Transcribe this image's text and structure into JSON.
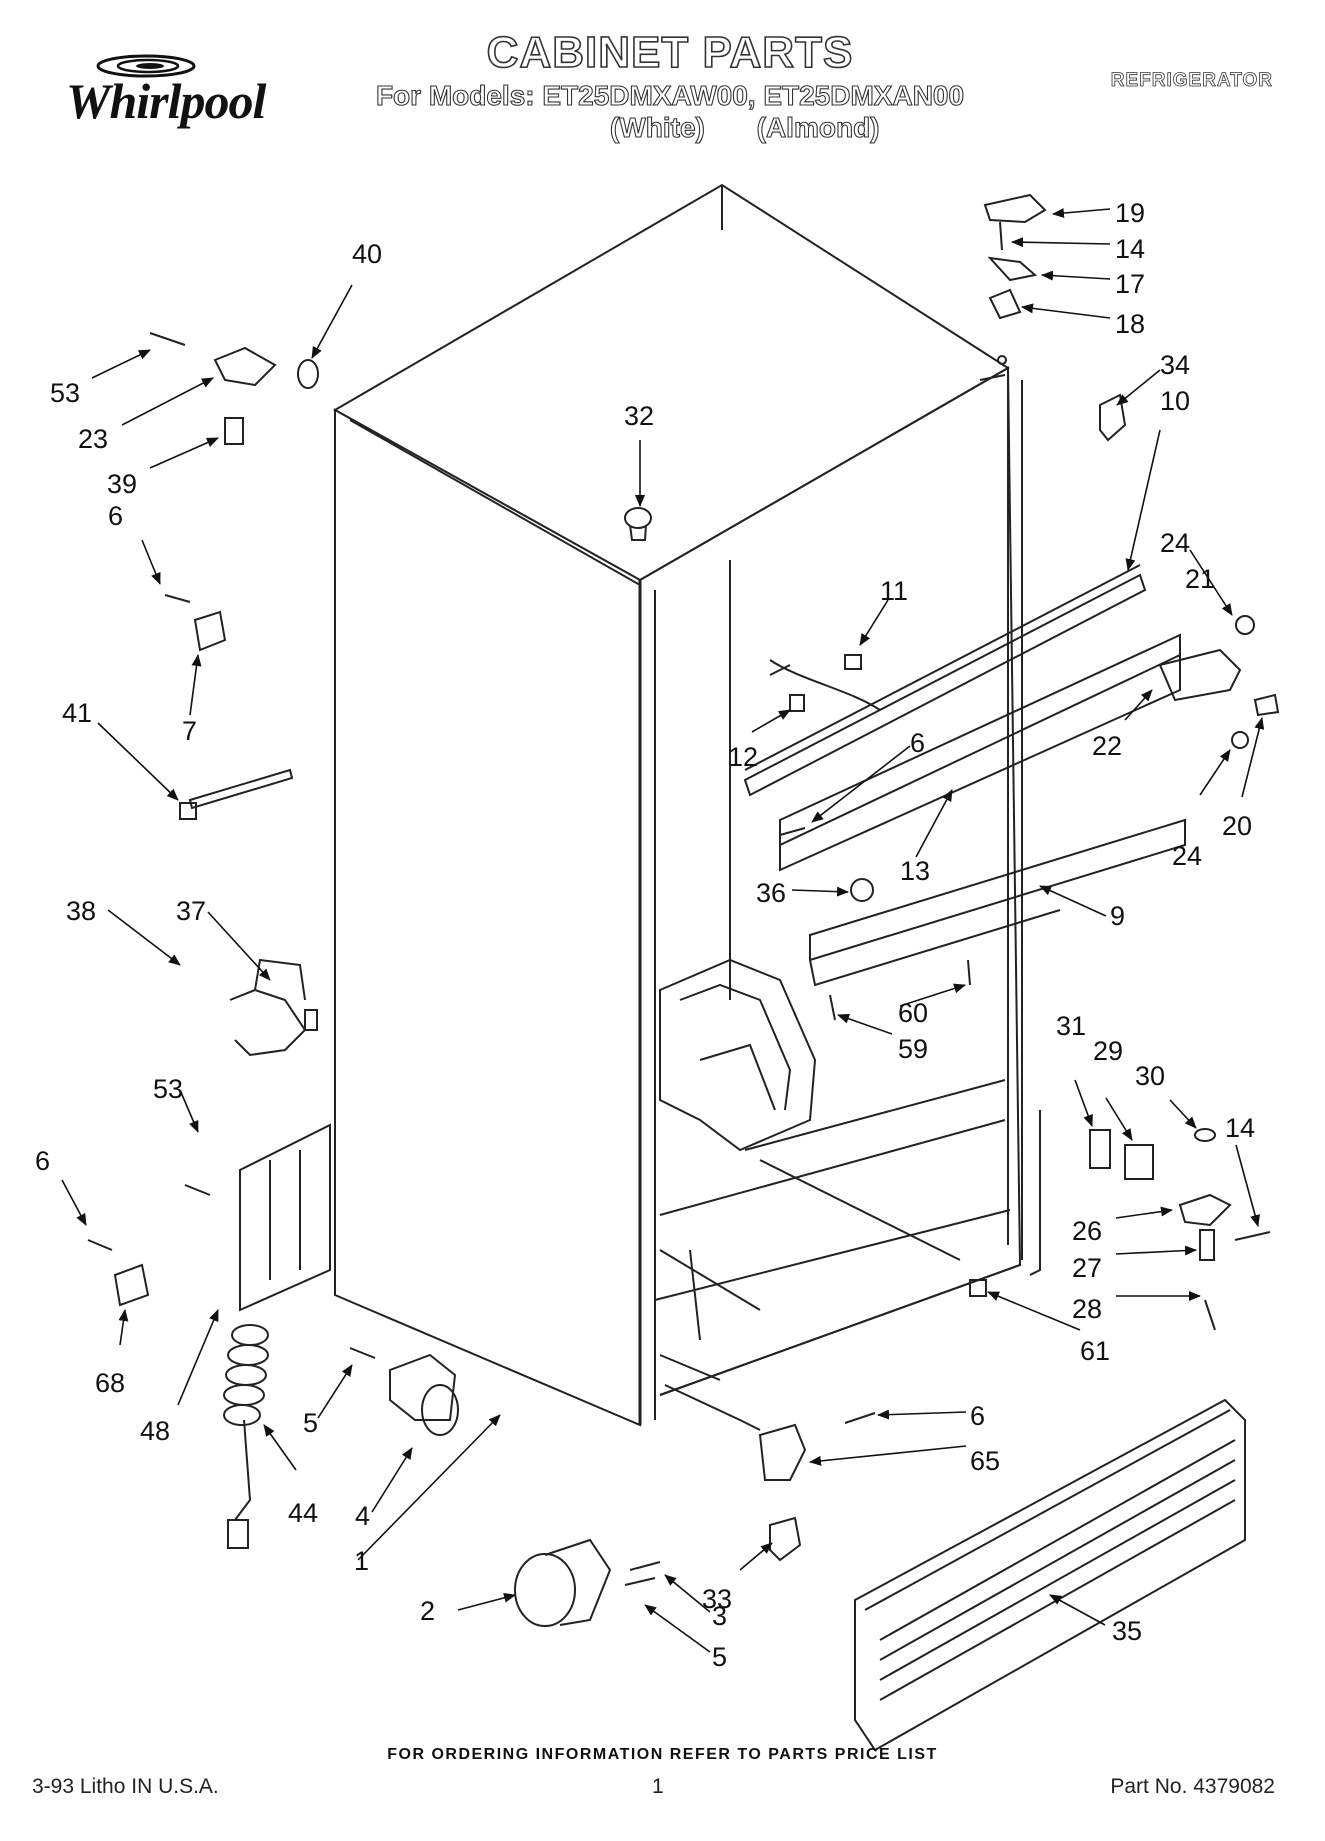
{
  "header": {
    "brand": "Whirlpool",
    "title": "CABINET PARTS",
    "models_line": "For Models: ET25DMXAW00, ET25DMXAN00",
    "color_variants": [
      "(White)",
      "(Almond)"
    ],
    "category": "REFRIGERATOR"
  },
  "callouts": [
    "1",
    "2",
    "3",
    "4",
    "5",
    "5",
    "6",
    "6",
    "6",
    "6",
    "7",
    "9",
    "10",
    "11",
    "12",
    "13",
    "14",
    "14",
    "17",
    "18",
    "19",
    "20",
    "21",
    "22",
    "23",
    "24",
    "24",
    "26",
    "27",
    "28",
    "29",
    "30",
    "31",
    "32",
    "33",
    "34",
    "35",
    "36",
    "37",
    "38",
    "39",
    "40",
    "41",
    "44",
    "48",
    "53",
    "53",
    "59",
    "60",
    "61",
    "65",
    "68"
  ],
  "footer": {
    "ordering_note": "FOR ORDERING INFORMATION REFER TO PARTS PRICE LIST",
    "print_code": "3-93  Litho IN U.S.A.",
    "page_number": "1",
    "part_number": "Part No. 4379082"
  }
}
